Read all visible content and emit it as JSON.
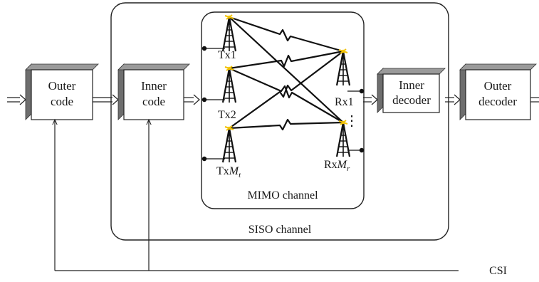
{
  "blocks": {
    "outer_code": [
      "Outer",
      "code"
    ],
    "inner_code": [
      "Inner",
      "code"
    ],
    "inner_decoder": [
      "Inner",
      "decoder"
    ],
    "outer_decoder": [
      "Outer",
      "decoder"
    ]
  },
  "channels": {
    "siso_label": "SISO channel",
    "mimo_label": "MIMO channel"
  },
  "antennas": {
    "tx1": "Tx1",
    "tx2": "Tx2",
    "txm_prefix": "Tx",
    "txm_var": "M",
    "txm_sub": "t",
    "rx1": "Rx1",
    "rxm_prefix": "Rx",
    "rxm_var": "M",
    "rxm_sub": "r",
    "rx_ellipsis": "⋮"
  },
  "csi_label": "CSI"
}
